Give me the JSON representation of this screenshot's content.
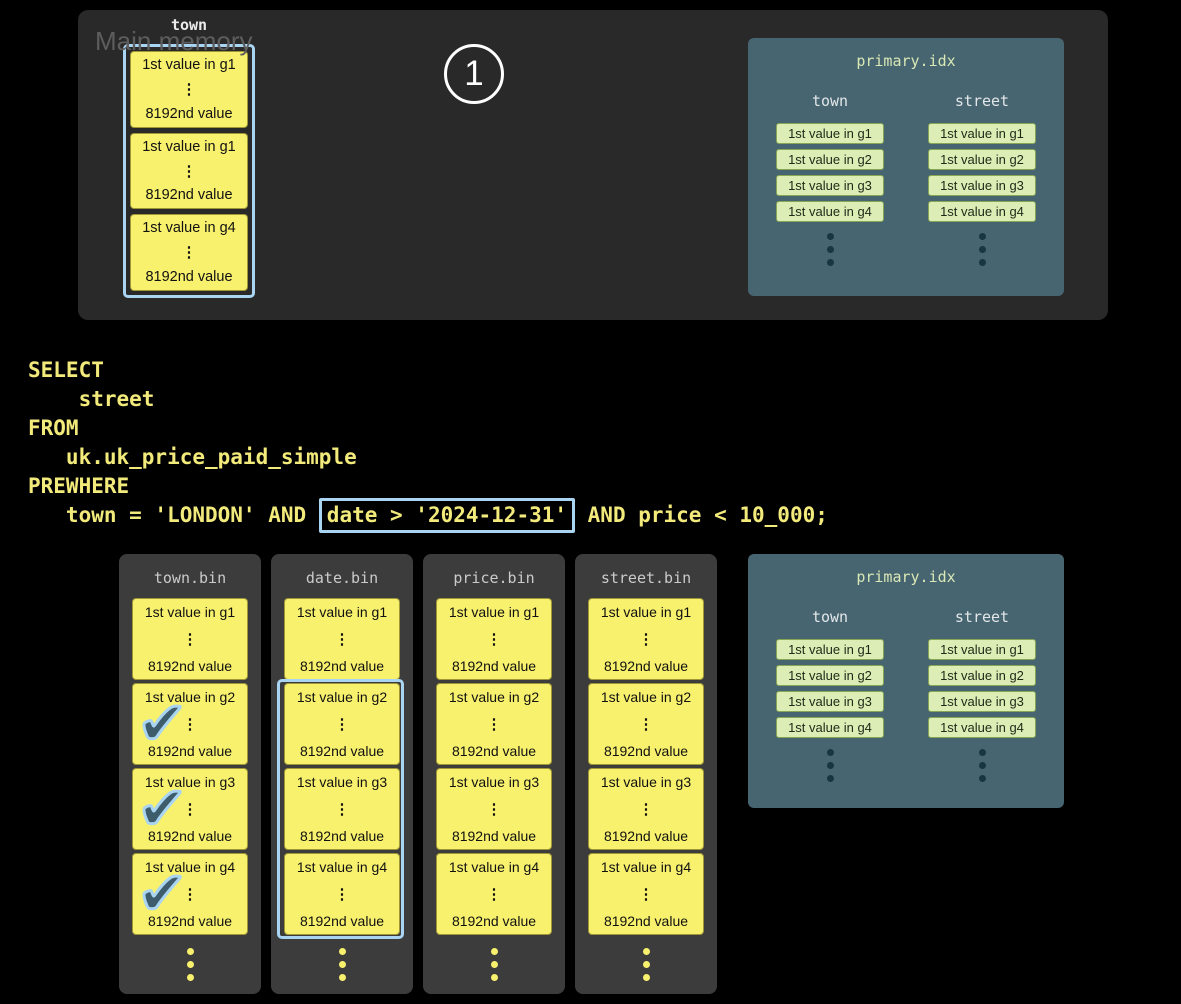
{
  "colors": {
    "background": "#000000",
    "memory_panel": "#292929",
    "bin_panel": "#3c3c3c",
    "block_yellow": "#f8f16d",
    "highlight_blue": "#a9d5f3",
    "idx_panel": "#476570",
    "idx_chip": "#dcedb6",
    "idx_title": "#d9e8b5",
    "sql_yellow": "#f2ea7a",
    "check_fill": "#3d5c6c"
  },
  "glyphs": {
    "vdots": "⋮"
  },
  "icons": {
    "check": "✔"
  },
  "step_badge": "1",
  "main_memory": {
    "label": "Main memory",
    "column": {
      "header": "town",
      "blocks": [
        {
          "top": "1st value in g1",
          "bottom": "8192nd value"
        },
        {
          "top": "1st value in g1",
          "bottom": "8192nd value"
        },
        {
          "top": "1st value in g4",
          "bottom": "8192nd value"
        }
      ]
    }
  },
  "primary_idx": {
    "title": "primary.idx",
    "columns": [
      {
        "header": "town",
        "chips": [
          "1st value in g1",
          "1st value in g2",
          "1st value in g3",
          "1st value in g4"
        ]
      },
      {
        "header": "street",
        "chips": [
          "1st value in g1",
          "1st value in g2",
          "1st value in g3",
          "1st value in g4"
        ]
      }
    ]
  },
  "sql": {
    "lines": [
      "SELECT",
      "    street",
      "FROM",
      "   uk.uk_price_paid_simple",
      "PREWHERE"
    ],
    "where_line": {
      "before": "   town = 'LONDON' AND ",
      "highlighted": "date > '2024-12-31'",
      "after": " AND price < 10_000;"
    }
  },
  "bins": [
    {
      "header": "town.bin",
      "blocks": [
        {
          "top": "1st value in g1",
          "bottom": "8192nd value"
        },
        {
          "top": "1st value in g2",
          "bottom": "8192nd value"
        },
        {
          "top": "1st value in g3",
          "bottom": "8192nd value"
        },
        {
          "top": "1st value in g4",
          "bottom": "8192nd value"
        }
      ]
    },
    {
      "header": "date.bin",
      "blocks": [
        {
          "top": "1st value in g1",
          "bottom": "8192nd value"
        },
        {
          "top": "1st value in g2",
          "bottom": "8192nd value"
        },
        {
          "top": "1st value in g3",
          "bottom": "8192nd value"
        },
        {
          "top": "1st value in g4",
          "bottom": "8192nd value"
        }
      ]
    },
    {
      "header": "price.bin",
      "blocks": [
        {
          "top": "1st value in g1",
          "bottom": "8192nd value"
        },
        {
          "top": "1st value in g2",
          "bottom": "8192nd value"
        },
        {
          "top": "1st value in g3",
          "bottom": "8192nd value"
        },
        {
          "top": "1st value in g4",
          "bottom": "8192nd value"
        }
      ]
    },
    {
      "header": "street.bin",
      "blocks": [
        {
          "top": "1st value in g1",
          "bottom": "8192nd value"
        },
        {
          "top": "1st value in g2",
          "bottom": "8192nd value"
        },
        {
          "top": "1st value in g3",
          "bottom": "8192nd value"
        },
        {
          "top": "1st value in g4",
          "bottom": "8192nd value"
        }
      ]
    }
  ]
}
